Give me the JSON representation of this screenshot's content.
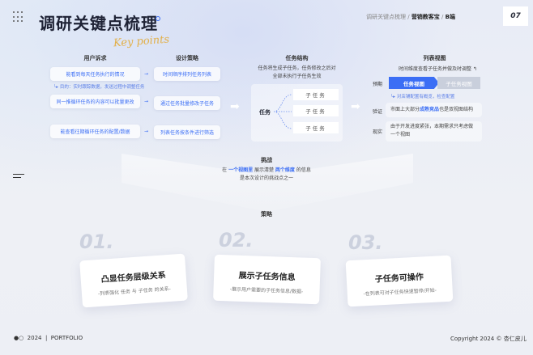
{
  "header": {
    "title": "调研关键点梳理",
    "script": "Key points",
    "breadcrumb": [
      "调研关键点梳理",
      "营销教客宝",
      "B端"
    ],
    "page": "07"
  },
  "needs": {
    "title": "用户诉求",
    "items": [
      "能看到每天任务执行的情况",
      "同一推循环任务的内容可以批量更改",
      "能查看往期循环任务的配置/数据"
    ],
    "note": "目的：实时跟踪数据，发送过程中调整任务"
  },
  "strategy": {
    "title": "设计策略",
    "items": [
      "时间顺序排列任务列表",
      "通过任务批量修改子任务",
      "列表任务按条件进行筛选"
    ]
  },
  "structure": {
    "title": "任务结构",
    "desc": [
      "任务将生成子任务，任务修改之后对",
      "全部未执行子任务生效"
    ],
    "root": "任务",
    "children": [
      "子任务",
      "子任务",
      "子任务"
    ]
  },
  "listview": {
    "title": "列表视图",
    "top_note": "时间维度查看子任务并做及时调整",
    "rows": [
      {
        "label": "预期"
      },
      {
        "label": "验证",
        "pre": "市面上大部分",
        "hl": "成熟竞品",
        "post": "也是双视图结构"
      },
      {
        "label": "现实",
        "text": "由于开发进度紧张，本期需求只考虑做一个视图"
      }
    ],
    "tabs": [
      "任务视图",
      "子任务视图"
    ],
    "bottom_note": "对店铺配置有概览，检查配置"
  },
  "challenge": {
    "title": "挑战",
    "l1": [
      "在 ",
      "一个视图里",
      " 展示清楚 ",
      "两个维度",
      " 的信息"
    ],
    "l2": "是本次设计的挑战点之一"
  },
  "strategy2": {
    "title": "策略",
    "cards": [
      {
        "num": "01.",
        "title": "凸显任务层级关系",
        "desc": "-列表强化 任务 与 子任务 的关系-"
      },
      {
        "num": "02.",
        "title": "展示子任务信息",
        "desc": "-展示用户需要的子任务信息/数据-"
      },
      {
        "num": "03.",
        "title": "子任务可操作",
        "desc": "-在列表可对子任务快速暂停/开始-"
      }
    ]
  },
  "footer": {
    "year": "2024",
    "sep": "|",
    "label": "PORTFOLIO",
    "copyright": "Copyright 2024 © 杏仁皮儿"
  },
  "colors": {
    "accent": "#3b6ef5",
    "highlight": "#e2b04a"
  }
}
